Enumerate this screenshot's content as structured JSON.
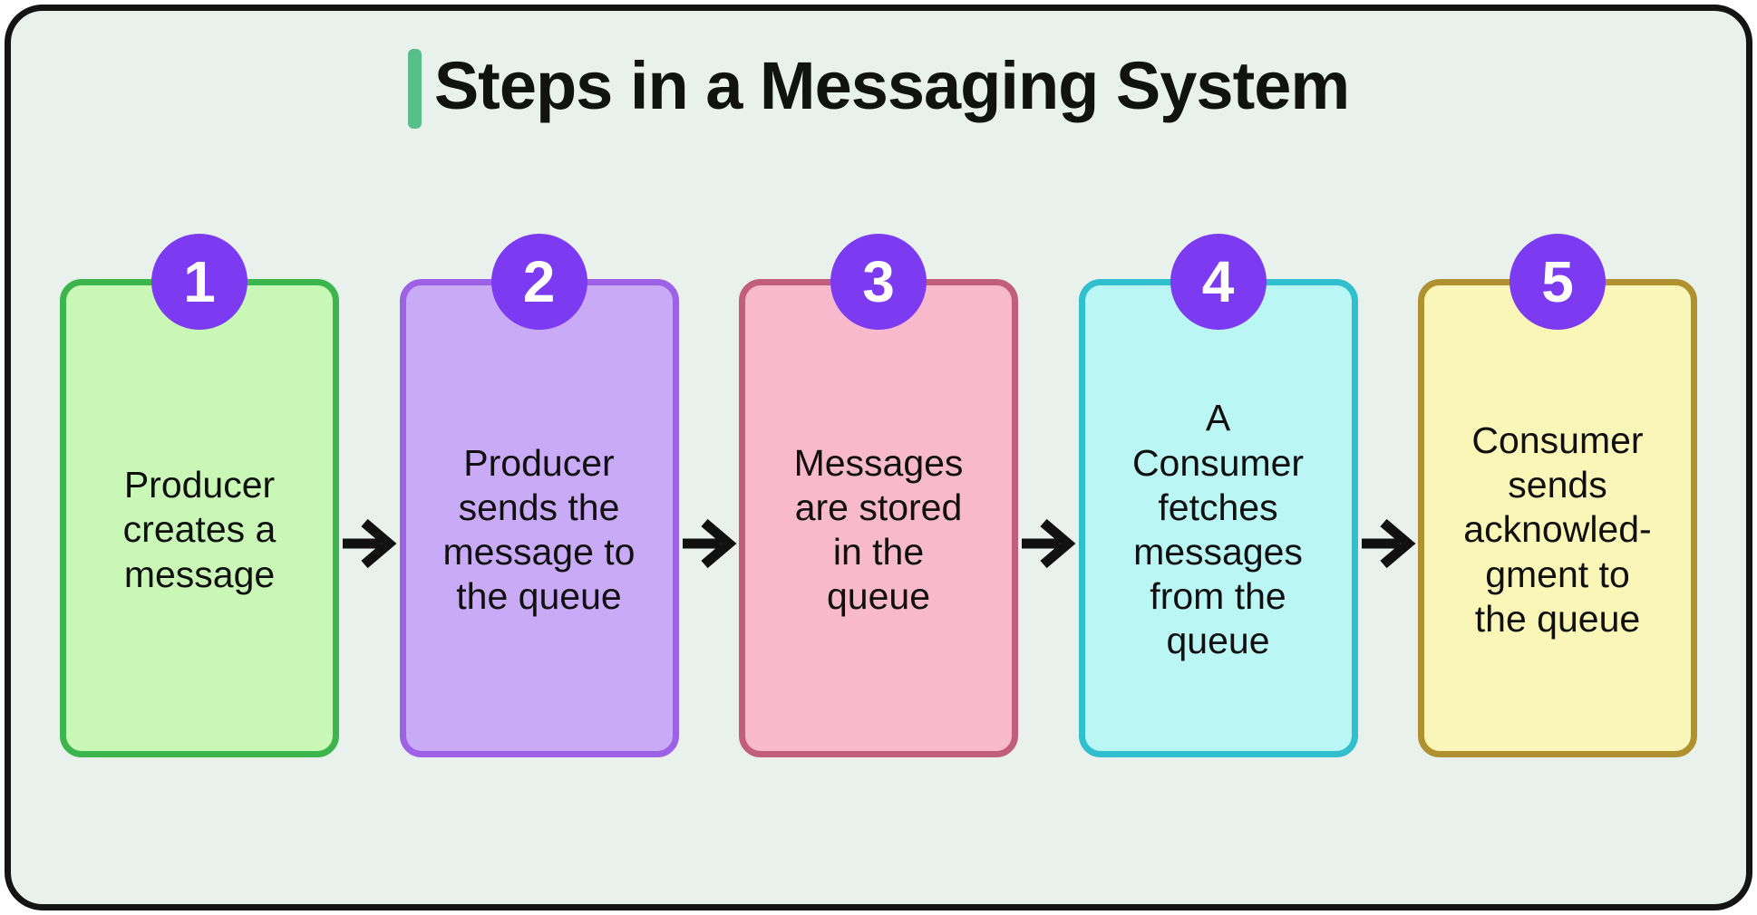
{
  "frame": {
    "background": "#e8f1ec",
    "border_color": "#141414"
  },
  "header": {
    "title": "Steps in a Messaging System",
    "accent_color": "#57c08a"
  },
  "badge": {
    "color": "#7c3bf0",
    "text_color": "#ffffff"
  },
  "arrow": {
    "color": "#111111",
    "icon": "arrow-right"
  },
  "steps": [
    {
      "number": "1",
      "label": "Producer\ncreates a\nmessage",
      "fill": "#c9f8b6",
      "border": "#3cb54d"
    },
    {
      "number": "2",
      "label": "Producer\nsends the\nmessage to\nthe queue",
      "fill": "#c9aaf6",
      "border": "#9c61e4"
    },
    {
      "number": "3",
      "label": "Messages\nare stored\nin the\nqueue",
      "fill": "#f8b9cd",
      "border": "#c05e7c"
    },
    {
      "number": "4",
      "label": "A\nConsumer\nfetches\nmessages\nfrom the\nqueue",
      "fill": "#baf6f3",
      "border": "#2fbfcd"
    },
    {
      "number": "5",
      "label": "Consumer\nsends\nacknowled-\ngment to\nthe queue",
      "fill": "#f9f6b8",
      "border": "#b09130"
    }
  ]
}
